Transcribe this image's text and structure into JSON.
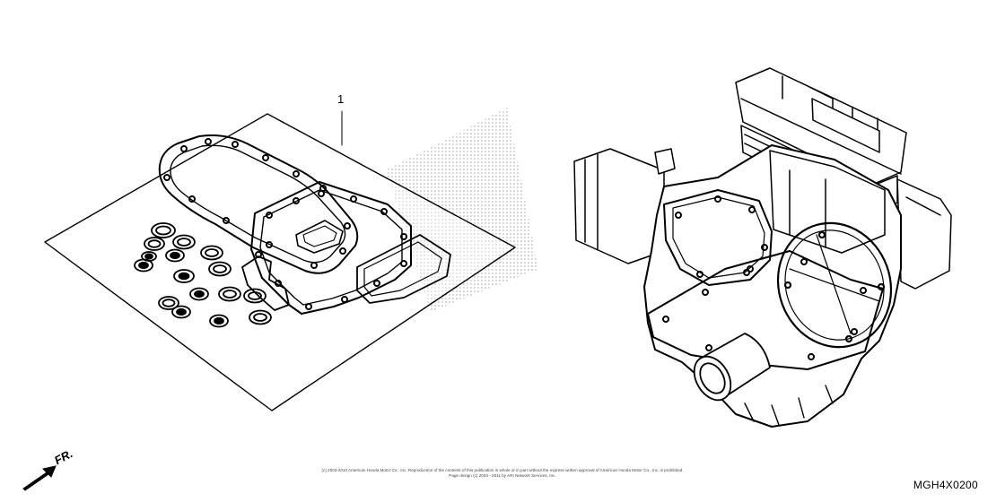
{
  "callouts": {
    "part_1": "1"
  },
  "direction": {
    "label": "FR."
  },
  "diagram_code": "MGH4X0200",
  "copyright": {
    "line1": "(c) 2003-2010 American Honda Motor Co., Inc. Reproduction of the contents of this publication in whole or in part without the express written approval of American Honda Motor Co., Inc. is prohibited.",
    "line2": "Page design (c) 2004 - 2011 by ARI Network Services, Inc."
  }
}
